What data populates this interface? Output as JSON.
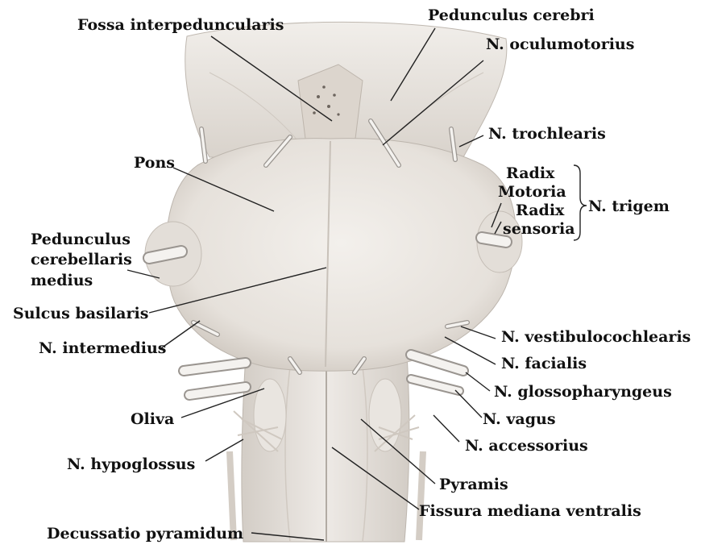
{
  "labels": {
    "fossa_interpeduncularis": "Fossa interpeduncularis",
    "pedunculus_cerebri": "Pedunculus cerebri",
    "n_oculomotorius": "N. oculumotorius",
    "n_trochlearis": "N. trochlearis",
    "pons": "Pons",
    "radix_motoria_1": "Radix",
    "radix_motoria_2": "Motoria",
    "radix_sensoria_1": "Radix",
    "radix_sensoria_2": "sensoria",
    "n_trigem": "N. trigem",
    "ped_cerebellaris_1": "Pedunculus",
    "ped_cerebellaris_2": "cerebellaris",
    "ped_cerebellaris_3": "medius",
    "sulcus_basilaris": "Sulcus basilaris",
    "n_intermedius": "N. intermedius",
    "n_vestibulocochlearis": "N. vestibulocochlearis",
    "n_facialis": "N. facialis",
    "n_glossopharyngeus": "N. glossopharyngeus",
    "oliva": "Oliva",
    "n_vagus": "N. vagus",
    "n_accessorius": "N. accessorius",
    "n_hypoglossus": "N. hypoglossus",
    "pyramis": "Pyramis",
    "fissura_mediana_ventralis": "Fissura mediana ventralis",
    "decussatio_pyramidum": "Decussatio pyramidum"
  },
  "colors": {
    "tissue": "#ece8e3",
    "tissue_shade": "#cfc9c2",
    "tissue_dark": "#b8b1a9",
    "ink": "#111111"
  }
}
